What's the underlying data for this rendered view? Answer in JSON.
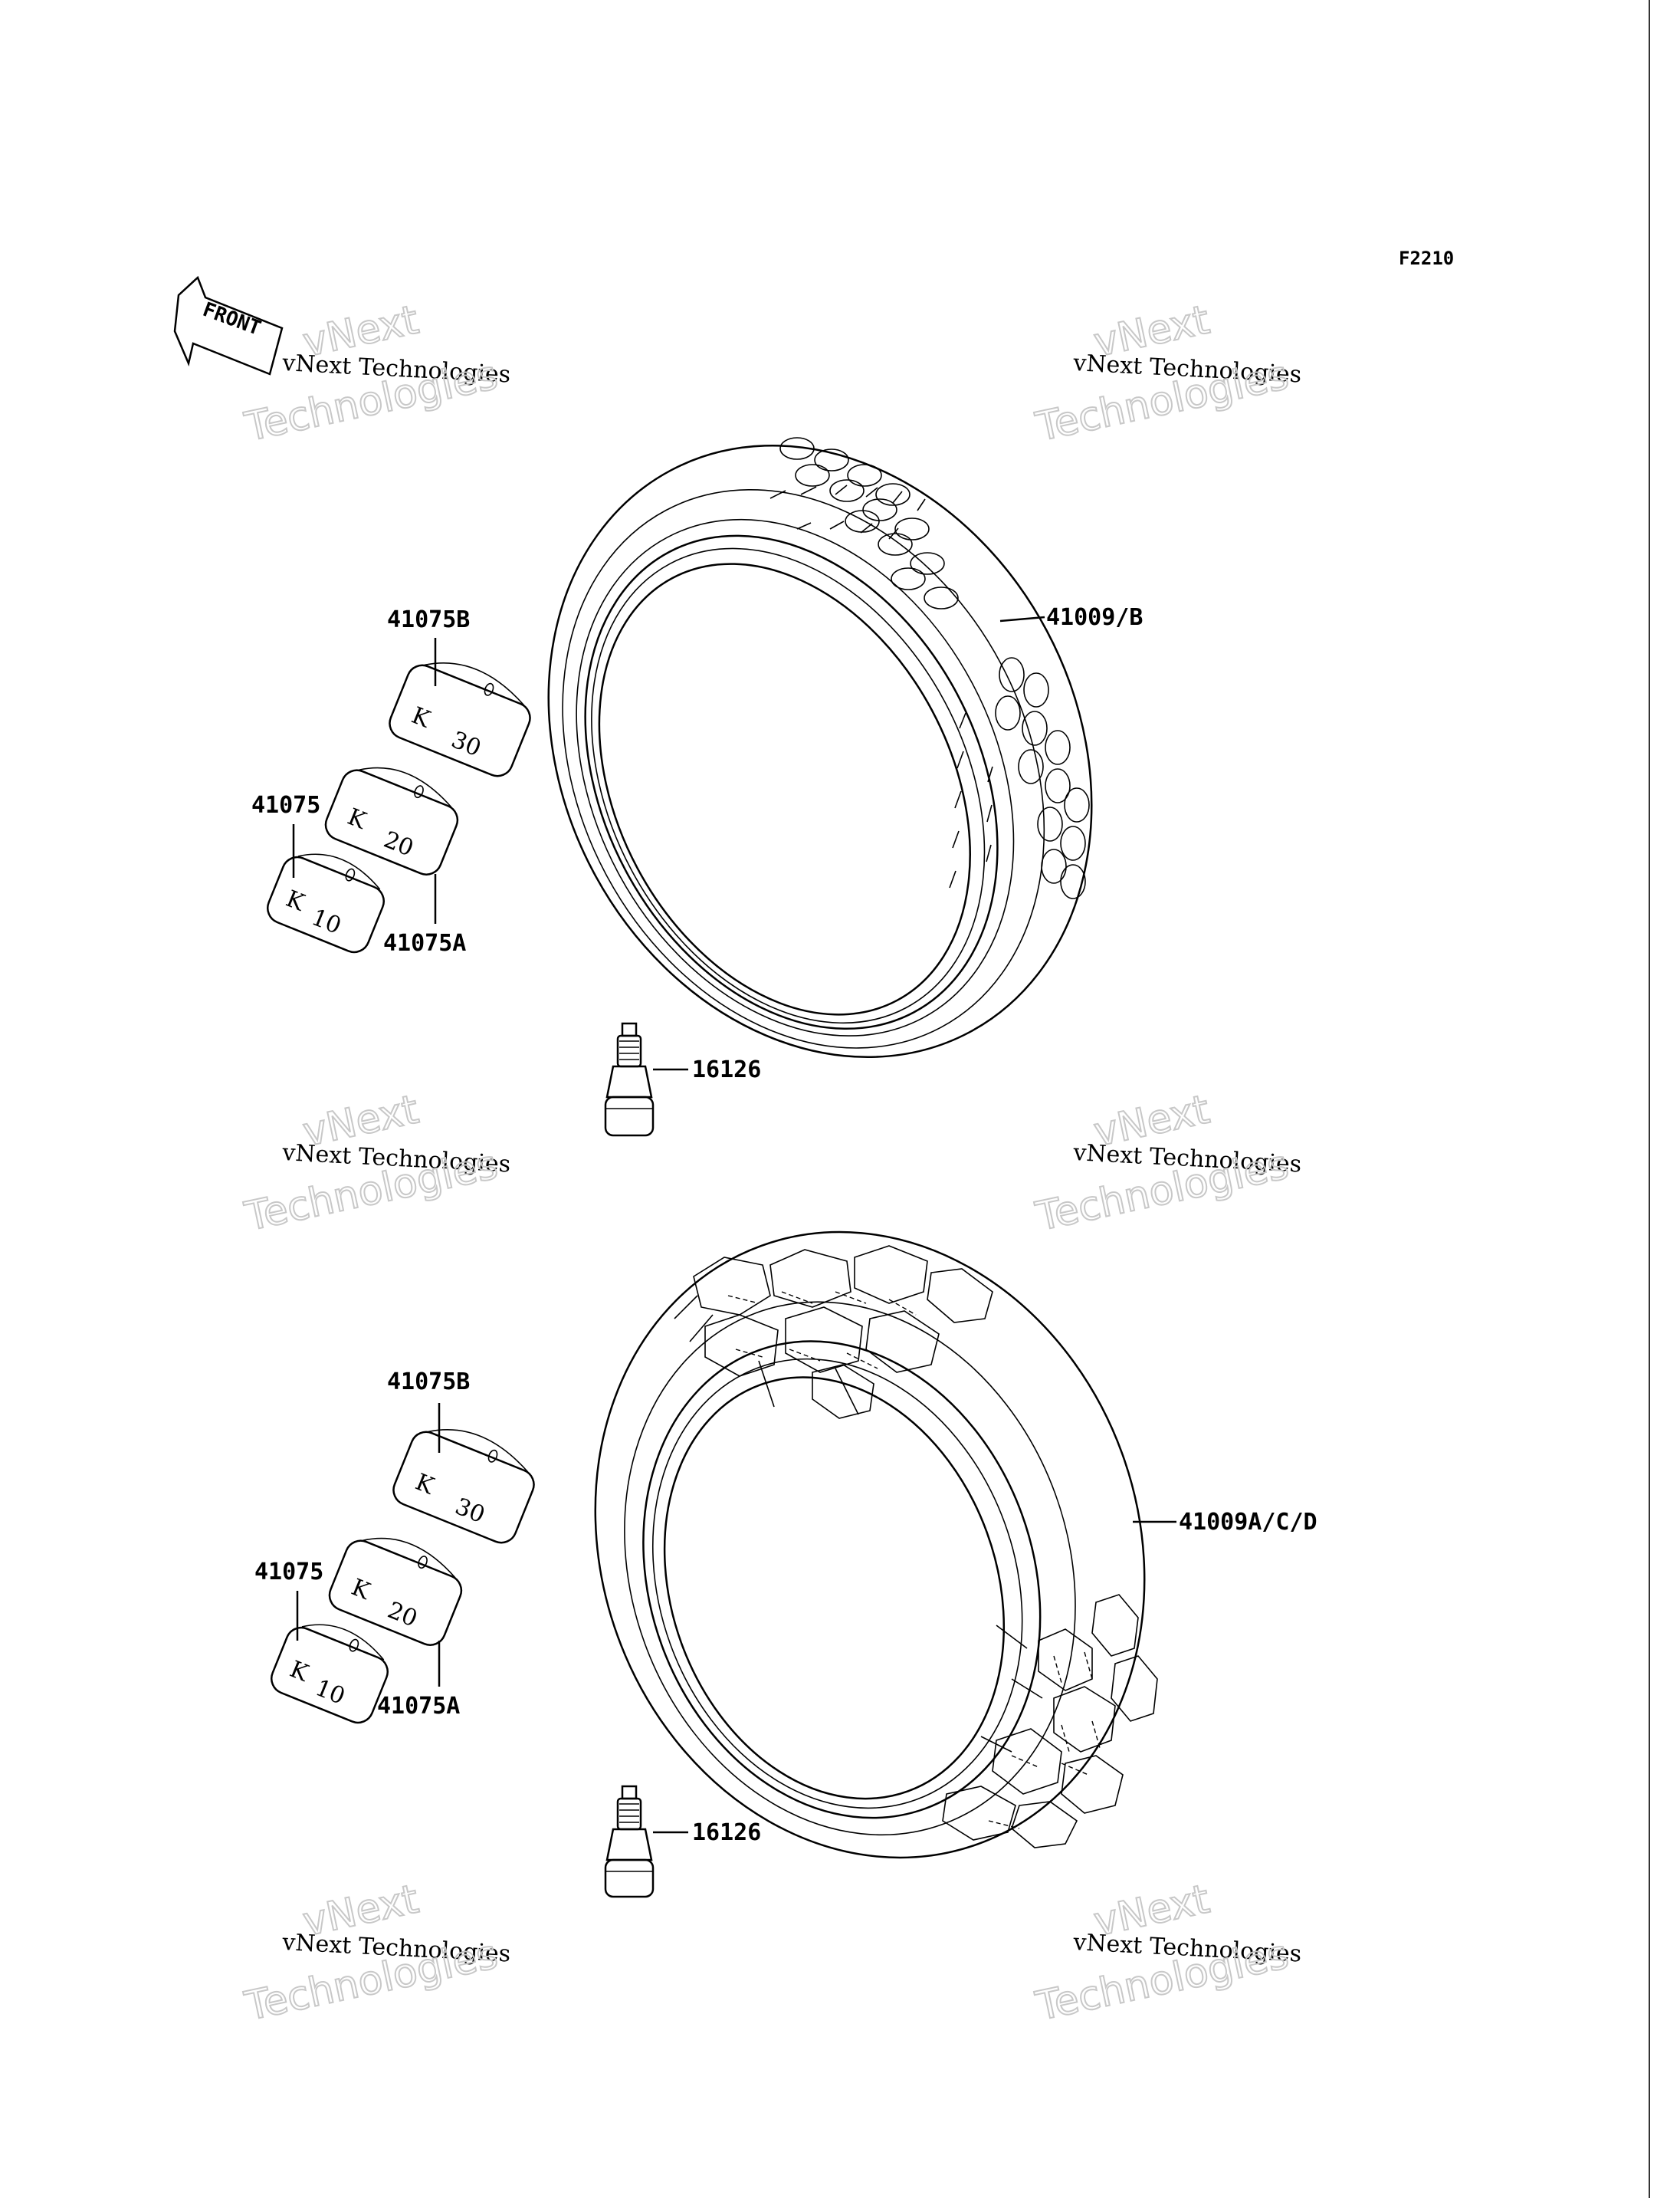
{
  "figure_code": "F2210",
  "front_arrow_label": "FRONT",
  "watermark": {
    "line1": "vNext Technologies",
    "big1": "vNext",
    "big2": "Technologies"
  },
  "parts": {
    "tire_front": "41009/B",
    "tire_rear": "41009A/C/D",
    "weight_30": "41075B",
    "weight_20": "41075A",
    "weight_10": "41075",
    "valve": "16126"
  },
  "weight_marks": {
    "k": "K",
    "w30": "30",
    "w20": "20",
    "w10": "10"
  }
}
